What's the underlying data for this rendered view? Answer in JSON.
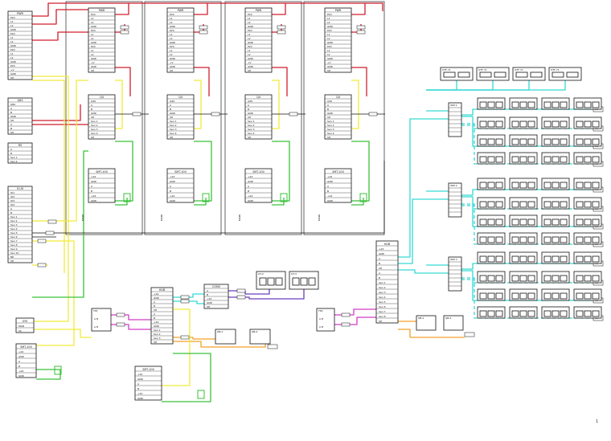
{
  "page": {
    "number": "1"
  },
  "wire_colors": {
    "red": "#d01f2f",
    "yellow": "#f2ea3a",
    "green": "#39c23a",
    "cyan": "#34d9d4",
    "orange": "#f3a12c",
    "purple": "#6b3fbf",
    "magenta": "#d13cc8",
    "black": "#111111"
  },
  "left_column": {
    "power_block_title": "PWR",
    "power_rows": [
      "P24",
      "L1",
      "L2",
      "GND",
      "P24",
      "L1",
      "L2",
      "GND",
      "P24",
      "L1",
      "L2",
      "GND",
      "P24",
      "+V",
      "GND",
      "SH"
    ],
    "ctrl_block_title": "Q6S",
    "ctrl_rows": [
      "Q6S",
      "A",
      "B",
      "GND",
      "SH",
      "A",
      "B",
      "SH"
    ],
    "aux_block_title": "RS",
    "aux_rows": [
      "A",
      "B",
      "Sen 1",
      "Sen 2"
    ],
    "io_block_title": "IO-M",
    "io_rows": [
      "IO1",
      "IO2",
      "IO3",
      "IO4",
      "A",
      "B",
      "Sen 1",
      "Sen 2",
      "Sen 3",
      "Sen 4",
      "Sen 5",
      "Sen 6",
      "Sen 7",
      "Sen 8",
      "Sen 9",
      "Sen 10",
      "BR",
      "SH"
    ],
    "small_block_title": "SYS",
    "small_rows": [
      "MAN",
      "Sh"
    ],
    "bottom_block_title": "SMT-100",
    "bottom_rows": [
      "+24",
      "GND",
      "A",
      "B",
      "+24",
      "GND"
    ]
  },
  "top_modules": [
    {
      "header": "PWR",
      "title": "Q4",
      "sub_title": "SMT-100",
      "side_label": "MAIN"
    },
    {
      "header": "PWR",
      "title": "Q4",
      "sub_title": "SMT-100",
      "side_label": "MAIN"
    },
    {
      "header": "PWR",
      "title": "Q4",
      "sub_title": "SMT-100",
      "side_label": "MAIN"
    },
    {
      "header": "PWR",
      "title": "Q4",
      "sub_title": "SMT-100",
      "side_label": "MAIN"
    }
  ],
  "center_group": {
    "sensor_title": "TP1",
    "hub_title": "HUB",
    "hub_rows": [
      "+24",
      "GND",
      "A",
      "B",
      "SH",
      "A",
      "B",
      "+24",
      "GND",
      "Sen 1",
      "Sen 2",
      "Sen 3",
      "SH"
    ],
    "converter_title": "CONV",
    "converter_rows": [
      "A",
      "B",
      "+24",
      "GND",
      "SH"
    ],
    "port_a_title": "QT-2",
    "port_b_title": "QT-3",
    "node_a_title": "QB-1",
    "node_b_title": "QB-2",
    "bottom_title": "SMT-100"
  },
  "right_group": {
    "sensor_title": "TP2",
    "hub_title": "HUB",
    "hub_rows": [
      "+24",
      "GND",
      "A",
      "B",
      "SH",
      "A",
      "B",
      "Sen 1",
      "Sen 2",
      "Sen 3",
      "Sen 4",
      "Sen 5",
      "Sen 6",
      "Sen 7",
      "Sen 8",
      "SH"
    ],
    "node_a_title": "QB-1",
    "node_b_title": "QB-2",
    "top_units": [
      "QTF 71",
      "QTF 71",
      "QTF 71",
      "QTF 71"
    ],
    "cluster_labels": [
      "IOM 1",
      "IOM 2",
      "IOM 3"
    ],
    "end_tags": [
      "RS",
      "RS",
      "RS",
      "RS",
      "RS",
      "RS",
      "RS",
      "RS",
      "RS",
      "RS",
      "RS",
      "RS"
    ]
  }
}
